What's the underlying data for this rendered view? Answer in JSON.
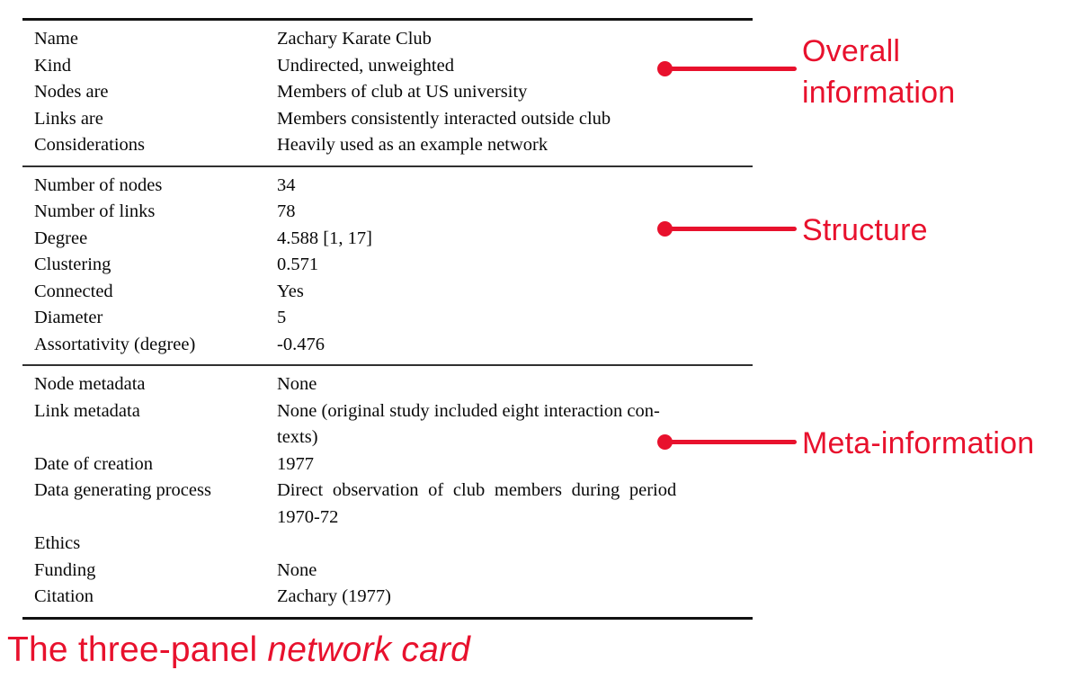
{
  "page": {
    "background": "#ffffff",
    "accent_red": "#e8112d",
    "caption": {
      "prefix": "The three-panel ",
      "emphasis": "network card"
    }
  },
  "annotations": [
    {
      "label": "Overall information"
    },
    {
      "label": "Structure"
    },
    {
      "label": "Meta-information"
    }
  ],
  "table": {
    "sections": [
      {
        "name": "overall-information",
        "rows": [
          {
            "label": "Name",
            "value": "Zachary Karate Club"
          },
          {
            "label": "Kind",
            "value": "Undirected, unweighted"
          },
          {
            "label": "Nodes are",
            "value": "Members of club at US university"
          },
          {
            "label": "Links are",
            "value": "Members consistently interacted outside club"
          },
          {
            "label": "Considerations",
            "value": "Heavily used as an example network"
          }
        ]
      },
      {
        "name": "structure",
        "rows": [
          {
            "label": "Number of nodes",
            "value": "34"
          },
          {
            "label": "Number of links",
            "value": "78"
          },
          {
            "label": "Degree",
            "value": "4.588 [1, 17]"
          },
          {
            "label": "Clustering",
            "value": "0.571"
          },
          {
            "label": "Connected",
            "value": "Yes"
          },
          {
            "label": "Diameter",
            "value": "5"
          },
          {
            "label": "Assortativity (degree)",
            "value": "-0.476"
          }
        ]
      },
      {
        "name": "meta-information",
        "rows": [
          {
            "label": "Node metadata",
            "value": "None"
          },
          {
            "label": "Link metadata",
            "value": "None (original study included eight interaction con-\ntexts)"
          },
          {
            "label": "Date of creation",
            "value": "1977"
          },
          {
            "label": "Data generating process",
            "value": "Direct observation of club members during period\n1970-72"
          },
          {
            "label": "Ethics",
            "value": ""
          },
          {
            "label": "Funding",
            "value": "None"
          },
          {
            "label": "Citation",
            "value": "Zachary (1977)"
          }
        ]
      }
    ]
  }
}
